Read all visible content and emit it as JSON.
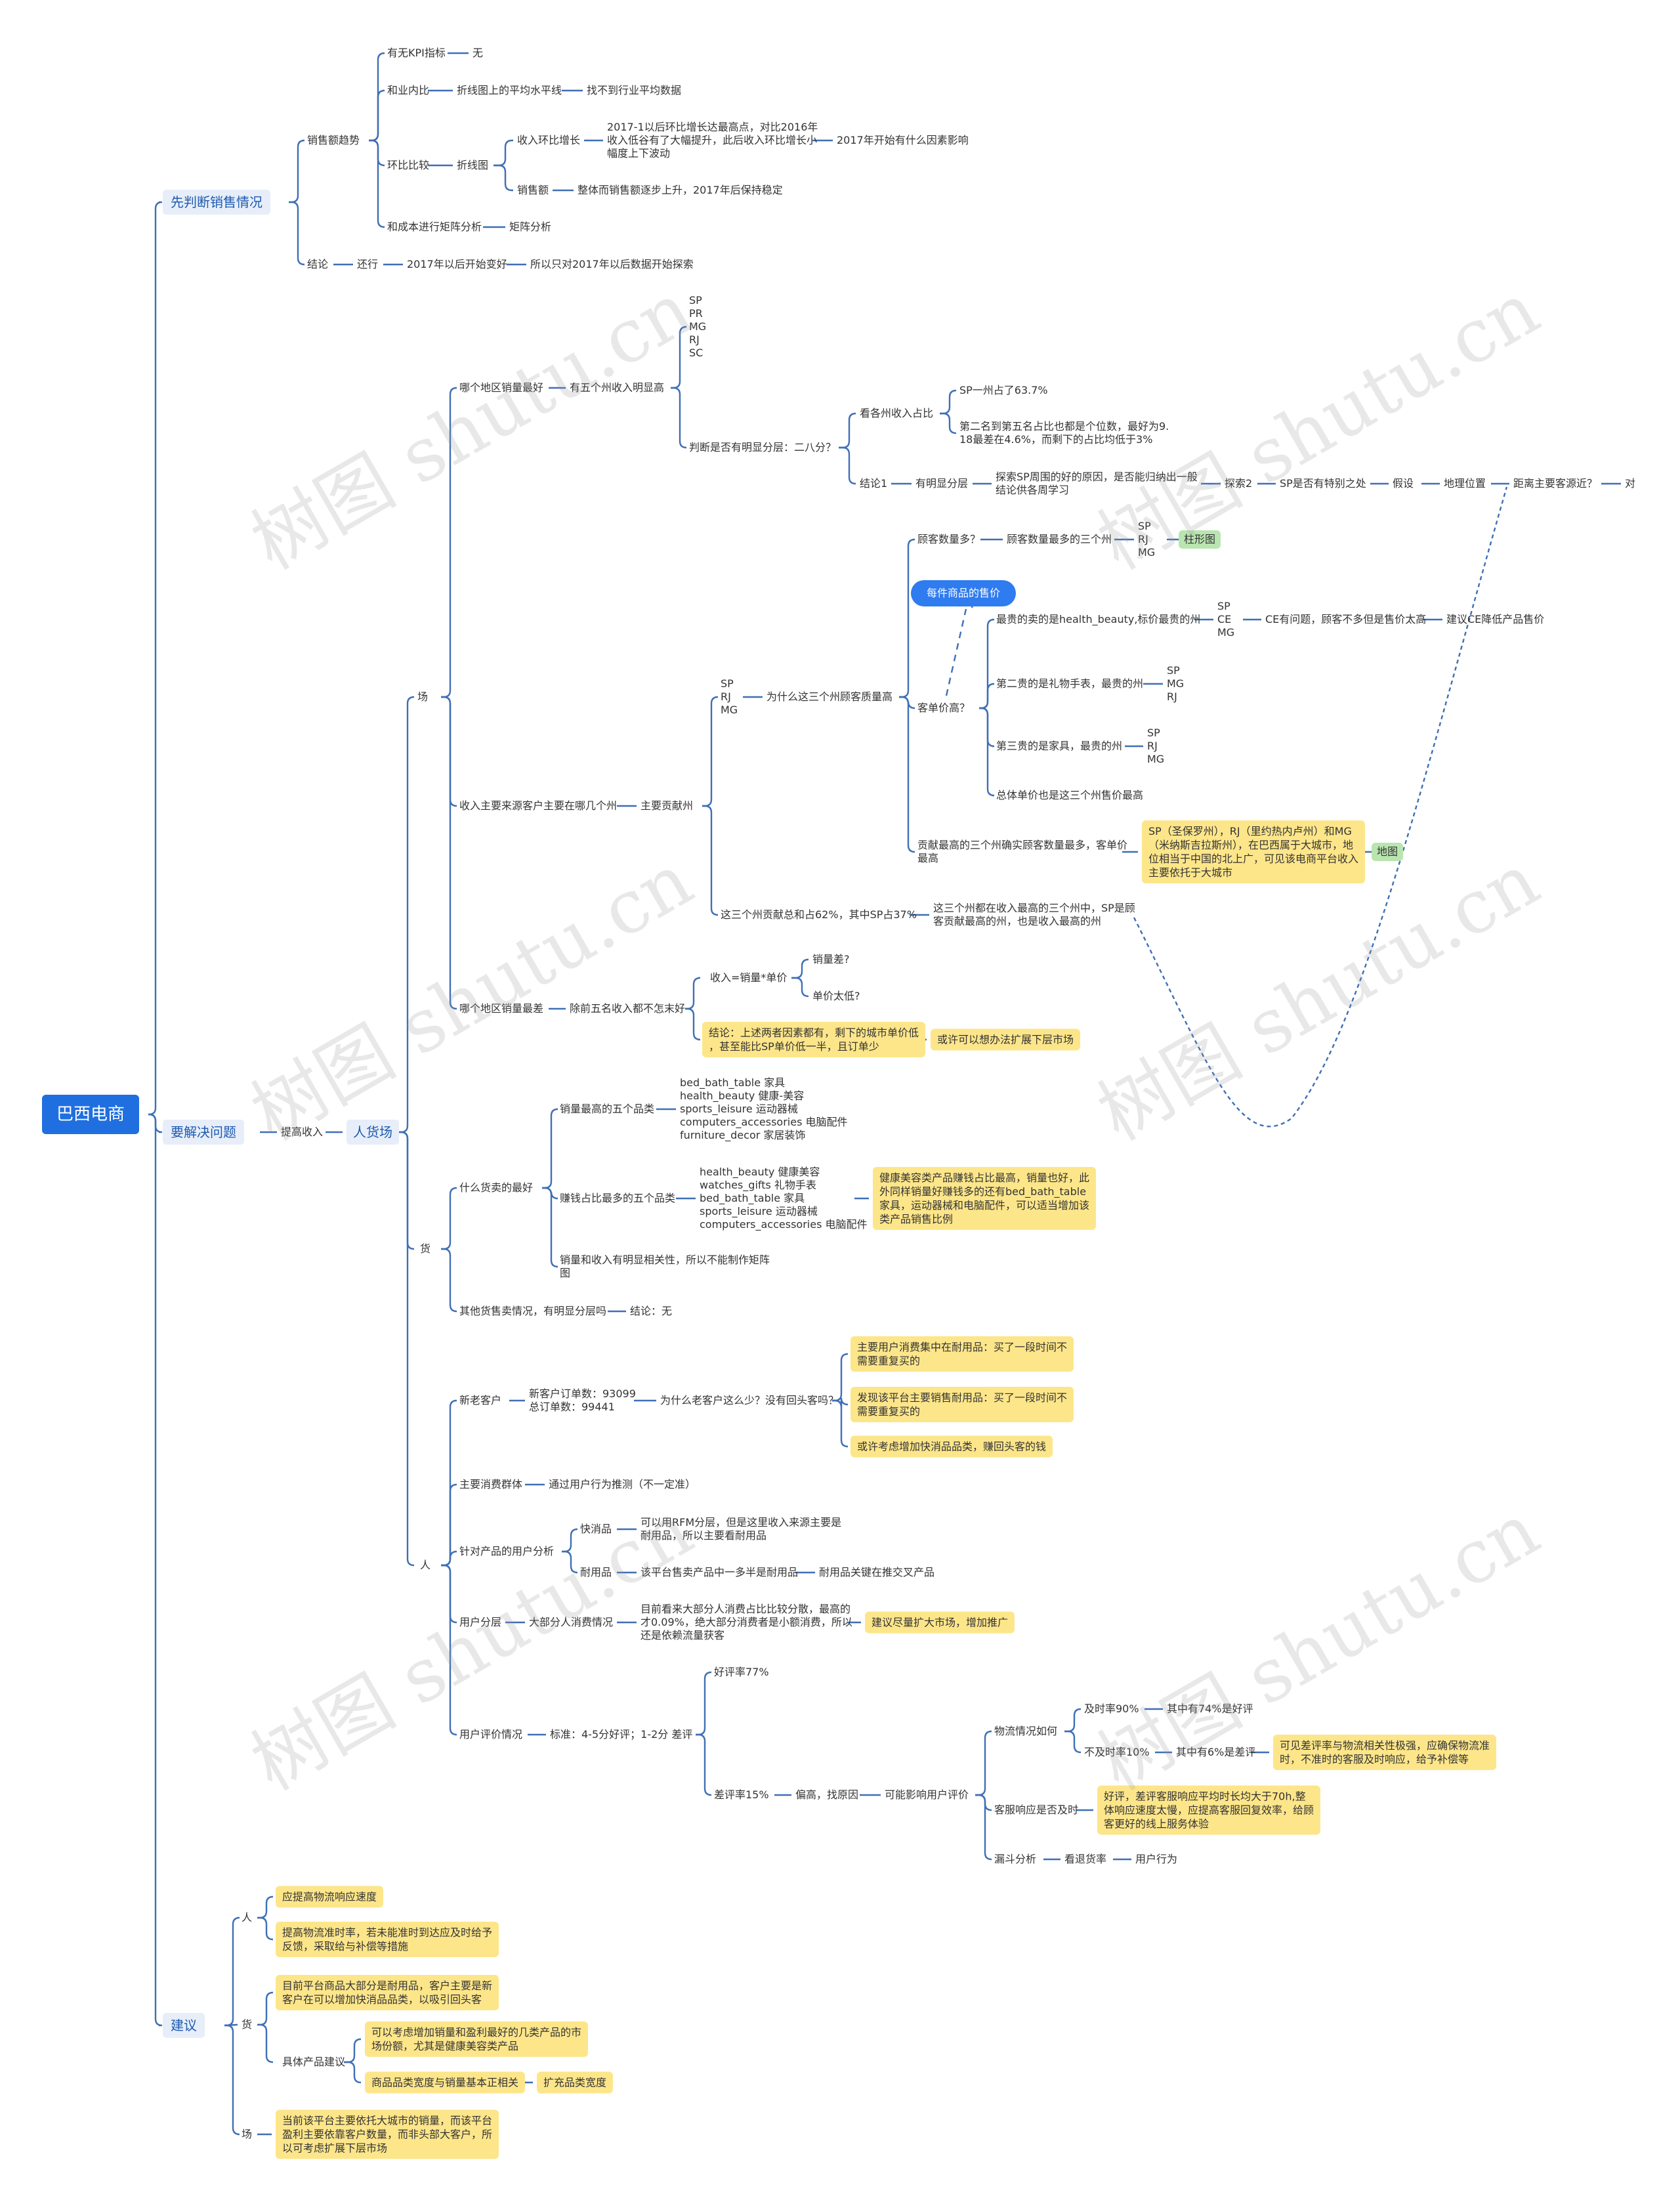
{
  "colors": {
    "line": "#3f6fb5",
    "root": "#1f6fe0",
    "highlight": "#fde68a",
    "tag": "#b9e5b0"
  },
  "watermark": "树图 shutu.cn",
  "nodes": [
    {
      "id": "root",
      "text": "巴西电商",
      "type": "root"
    },
    {
      "id": "a",
      "text": "先判断销售情况",
      "type": "l1"
    },
    {
      "id": "a1",
      "text": "销售额趋势"
    },
    {
      "id": "a1a",
      "text": "有无KPI指标"
    },
    {
      "id": "a1a1",
      "text": "无"
    },
    {
      "id": "a1b",
      "text": "和业内比"
    },
    {
      "id": "a1b1",
      "text": "折线图上的平均水平线"
    },
    {
      "id": "a1b2",
      "text": "找不到行业平均数据"
    },
    {
      "id": "a1c",
      "text": "环比比较"
    },
    {
      "id": "a1c1",
      "text": "折线图"
    },
    {
      "id": "a1c1a",
      "text": "收入环比增长"
    },
    {
      "id": "a1c1a1",
      "text": "2017-1以后环比增长达最高点，对比2016年\n收入低谷有了大幅提升，此后收入环比增长小\n幅度上下波动"
    },
    {
      "id": "a1c1a2",
      "text": "2017年开始有什么因素影响"
    },
    {
      "id": "a1c1b",
      "text": "销售额"
    },
    {
      "id": "a1c1b1",
      "text": "整体而销售额逐步上升，2017年后保持稳定"
    },
    {
      "id": "a1d",
      "text": "和成本进行矩阵分析"
    },
    {
      "id": "a1d1",
      "text": "矩阵分析"
    },
    {
      "id": "a2",
      "text": "结论"
    },
    {
      "id": "a2a",
      "text": "还行"
    },
    {
      "id": "a2b",
      "text": "2017年以后开始变好"
    },
    {
      "id": "a2c",
      "text": "所以只对2017年以后数据开始探索"
    },
    {
      "id": "b",
      "text": "要解决问题",
      "type": "l1"
    },
    {
      "id": "b1",
      "text": "提高收入"
    },
    {
      "id": "b2",
      "text": "人货场",
      "type": "l2"
    },
    {
      "id": "c",
      "text": "场"
    },
    {
      "id": "c1",
      "text": "哪个地区销量最好"
    },
    {
      "id": "c1a",
      "text": "有五个州收入明显高"
    },
    {
      "id": "c1a1",
      "text": "SP\nPR\nMG\nRJ\nSC"
    },
    {
      "id": "c1a2",
      "text": "判断是否有明显分层：二八分？"
    },
    {
      "id": "c1a2a",
      "text": "看各州收入占比"
    },
    {
      "id": "c1a2a1",
      "text": "SP一州占了63.7%"
    },
    {
      "id": "c1a2a2",
      "text": "第二名到第五名占比也都是个位数，最好为9.\n18最差在4.6%，而剩下的占比均低于3%"
    },
    {
      "id": "c1a2b",
      "text": "结论1"
    },
    {
      "id": "c1a2b1",
      "text": "有明显分层"
    },
    {
      "id": "c1a2b2",
      "text": "探索SP周围的好的原因，是否能归纳出一般\n结论供各周学习"
    },
    {
      "id": "c1a2b3",
      "text": "探索2"
    },
    {
      "id": "c1a2b4",
      "text": "SP是否有特别之处"
    },
    {
      "id": "c1a2b5",
      "text": "假设"
    },
    {
      "id": "c1a2b6",
      "text": "地理位置"
    },
    {
      "id": "c1a2b7",
      "text": "距离主要客源近？"
    },
    {
      "id": "c1a2b8",
      "text": "对"
    },
    {
      "id": "c2",
      "text": "收入主要来源客户主要在哪几个州"
    },
    {
      "id": "c2a",
      "text": "主要贡献州"
    },
    {
      "id": "c2a1",
      "text": "SP\nRJ\nMG"
    },
    {
      "id": "c2a2",
      "text": "为什么这三个州顾客质量高"
    },
    {
      "id": "c2a2a",
      "text": "顾客数量多？"
    },
    {
      "id": "c2a2a1",
      "text": "顾客数量最多的三个州"
    },
    {
      "id": "c2a2a2",
      "text": "SP\nRJ\nMG"
    },
    {
      "id": "c2a2a3",
      "text": "柱形图",
      "type": "grn"
    },
    {
      "id": "c2a2b",
      "text": "客单价高？"
    },
    {
      "id": "c2a2bx",
      "text": "每件商品的售价",
      "type": "blue"
    },
    {
      "id": "c2a2b1",
      "text": "最贵的卖的是health_beauty,标价最贵的州"
    },
    {
      "id": "c2a2b1a",
      "text": "SP\nCE\nMG"
    },
    {
      "id": "c2a2b1b",
      "text": "CE有问题，顾客不多但是售价太高"
    },
    {
      "id": "c2a2b1c",
      "text": "建议CE降低产品售价"
    },
    {
      "id": "c2a2b2",
      "text": "第二贵的是礼物手表，最贵的州"
    },
    {
      "id": "c2a2b2a",
      "text": "SP\nMG\nRJ"
    },
    {
      "id": "c2a2b3",
      "text": "第三贵的是家具，最贵的州"
    },
    {
      "id": "c2a2b3a",
      "text": "SP\nRJ\nMG"
    },
    {
      "id": "c2a2b4",
      "text": "总体单价也是这三个州售价最高"
    },
    {
      "id": "c2a2c",
      "text": "贡献最高的三个州确实顾客数量最多，客单价\n最高"
    },
    {
      "id": "c2a2c1",
      "text": "SP（圣保罗州），RJ（里约热内卢州）和MG\n（米纳斯吉拉斯州），在巴西属于大城市，地\n位相当于中国的北上广，可见该电商平台收入\n主要依托于大城市",
      "type": "yel"
    },
    {
      "id": "c2a2c2",
      "text": "地图",
      "type": "grn"
    },
    {
      "id": "c2a3",
      "text": "这三个州贡献总和占62%，其中SP占37%"
    },
    {
      "id": "c2a3a",
      "text": "这三个州都在收入最高的三个州中，SP是顾\n客贡献最高的州，也是收入最高的州"
    },
    {
      "id": "c3",
      "text": "哪个地区销量最差"
    },
    {
      "id": "c3a",
      "text": "除前五名收入都不怎末好"
    },
    {
      "id": "c3a1",
      "text": "收入=销量*单价"
    },
    {
      "id": "c3a1a",
      "text": "销量差?"
    },
    {
      "id": "c3a1b",
      "text": "单价太低?"
    },
    {
      "id": "c3a2",
      "text": "结论：上述两者因素都有，剩下的城市单价低\n，甚至能比SP单价低一半，且订单少",
      "type": "yel"
    },
    {
      "id": "c3a3",
      "text": "或许可以想办法扩展下层市场",
      "type": "yel"
    },
    {
      "id": "d",
      "text": "货"
    },
    {
      "id": "d1",
      "text": "什么货卖的最好"
    },
    {
      "id": "d1a",
      "text": "销量最高的五个品类"
    },
    {
      "id": "d1a1",
      "text": "bed_bath_table 家具\nhealth_beauty 健康-美容\nsports_leisure 运动器械\ncomputers_accessories 电脑配件\nfurniture_decor 家居装饰"
    },
    {
      "id": "d1b",
      "text": "赚钱占比最多的五个品类"
    },
    {
      "id": "d1b1",
      "text": "health_beauty 健康美容\nwatches_gifts 礼物手表\nbed_bath_table 家具\nsports_leisure 运动器械\ncomputers_accessories 电脑配件"
    },
    {
      "id": "d1b2",
      "text": "健康美容类产品赚钱占比最高，销量也好，此\n外同样销量好赚钱多的还有bed_bath_table\n家具，运动器械和电脑配件，可以适当增加该\n类产品销售比例",
      "type": "yel"
    },
    {
      "id": "d1c",
      "text": "销量和收入有明显相关性，所以不能制作矩阵\n图"
    },
    {
      "id": "d2",
      "text": "其他货售卖情况，有明显分层吗"
    },
    {
      "id": "d2a",
      "text": "结论：无"
    },
    {
      "id": "e",
      "text": "人"
    },
    {
      "id": "e1",
      "text": "新老客户"
    },
    {
      "id": "e1a",
      "text": "新客户订单数：93099\n总订单数：99441"
    },
    {
      "id": "e1b",
      "text": "为什么老客户这么少？没有回头客吗？"
    },
    {
      "id": "e1b1",
      "text": "主要用户消费集中在耐用品：买了一段时间不\n需要重复买的",
      "type": "yel"
    },
    {
      "id": "e1b2",
      "text": "发现该平台主要销售耐用品：买了一段时间不\n需要重复买的",
      "type": "yel"
    },
    {
      "id": "e1b3",
      "text": "或许考虑增加快消品品类，赚回头客的钱",
      "type": "yel"
    },
    {
      "id": "e2",
      "text": "主要消费群体"
    },
    {
      "id": "e2a",
      "text": "通过用户行为推测（不一定准）"
    },
    {
      "id": "e3",
      "text": "针对产品的用户分析"
    },
    {
      "id": "e3a",
      "text": "快消品"
    },
    {
      "id": "e3a1",
      "text": "可以用RFM分层，但是这里收入来源主要是\n耐用品，所以主要看耐用品"
    },
    {
      "id": "e3b",
      "text": "耐用品"
    },
    {
      "id": "e3b1",
      "text": "该平台售卖产品中一多半是耐用品"
    },
    {
      "id": "e3b2",
      "text": "耐用品关键在推交叉产品"
    },
    {
      "id": "e4",
      "text": "用户分层"
    },
    {
      "id": "e4a",
      "text": "大部分人消费情况"
    },
    {
      "id": "e4a1",
      "text": "目前看来大部分人消费占比比较分散，最高的\n才0.09%，绝大部分消费者是小额消费，所以\n还是依赖流量获客"
    },
    {
      "id": "e4a2",
      "text": "建议尽量扩大市场，增加推广",
      "type": "yel"
    },
    {
      "id": "e5",
      "text": "用户评价情况"
    },
    {
      "id": "e5a",
      "text": "标准：4-5分好评；1-2分 差评"
    },
    {
      "id": "e5a1",
      "text": "好评率77%"
    },
    {
      "id": "e5a2",
      "text": "差评率15%"
    },
    {
      "id": "e5a2a",
      "text": "偏高，找原因"
    },
    {
      "id": "e5a2b",
      "text": "可能影响用户评价"
    },
    {
      "id": "e5b1",
      "text": "物流情况如何"
    },
    {
      "id": "e5b1a",
      "text": "及时率90%"
    },
    {
      "id": "e5b1a1",
      "text": "其中有74%是好评"
    },
    {
      "id": "e5b1b",
      "text": "不及时率10%"
    },
    {
      "id": "e5b1b1",
      "text": "其中有6%是差评"
    },
    {
      "id": "e5b1b2",
      "text": "可见差评率与物流相关性极强，应确保物流准\n时，不准时的客服及时响应，给予补偿等",
      "type": "yel"
    },
    {
      "id": "e5b2",
      "text": "客服响应是否及时"
    },
    {
      "id": "e5b2a",
      "text": "好评，差评客服响应平均时长均大于70h,整\n体响应速度太慢，应提高客服回复效率，给顾\n客更好的线上服务体验",
      "type": "yel"
    },
    {
      "id": "e5b3",
      "text": "漏斗分析"
    },
    {
      "id": "e5b3a",
      "text": "看退货率"
    },
    {
      "id": "e5b3b",
      "text": "用户行为"
    },
    {
      "id": "f",
      "text": "建议",
      "type": "l1"
    },
    {
      "id": "f1",
      "text": "人"
    },
    {
      "id": "f1a",
      "text": "应提高物流响应速度",
      "type": "yel"
    },
    {
      "id": "f1b",
      "text": "提高物流准时率，若未能准时到达应及时给予\n反馈，采取给与补偿等措施",
      "type": "yel"
    },
    {
      "id": "f2",
      "text": "货"
    },
    {
      "id": "f2a",
      "text": "目前平台商品大部分是耐用品，客户主要是新\n客户在可以增加快消品品类，以吸引回头客",
      "type": "yel"
    },
    {
      "id": "f2b",
      "text": "具体产品建议"
    },
    {
      "id": "f2b1",
      "text": "可以考虑增加销量和盈利最好的几类产品的市\n场份额，尤其是健康美容类产品",
      "type": "yel"
    },
    {
      "id": "f2b2",
      "text": "商品品类宽度与销量基本正相关",
      "type": "yel"
    },
    {
      "id": "f2b3",
      "text": "扩充品类宽度",
      "type": "yel"
    },
    {
      "id": "f3",
      "text": "场"
    },
    {
      "id": "f3a",
      "text": "当前该平台主要依托大城市的销量，而该平台\n盈利主要依靠客户数量，而非头部大客户，所\n以可考虑扩展下层市场",
      "type": "yel"
    }
  ]
}
